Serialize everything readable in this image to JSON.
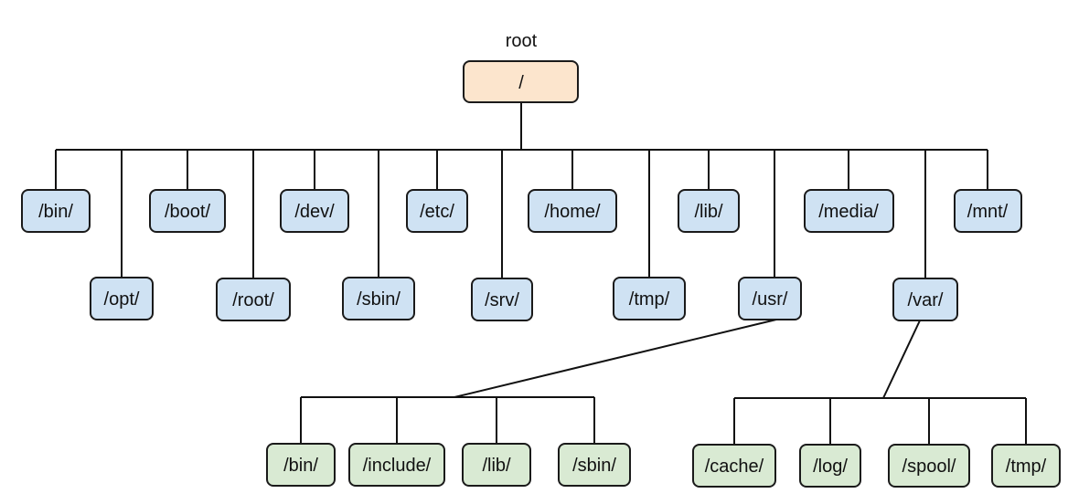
{
  "root_caption": "root",
  "colors": {
    "root_fill": "#fce5cd",
    "dir_fill": "#cfe2f3",
    "subdir_fill": "#d9ead3",
    "line": "#111111"
  },
  "root": {
    "label": "/"
  },
  "top_level_dirs": [
    {
      "id": "bin",
      "label": "/bin/"
    },
    {
      "id": "opt",
      "label": "/opt/"
    },
    {
      "id": "boot",
      "label": "/boot/"
    },
    {
      "id": "root",
      "label": "/root/"
    },
    {
      "id": "dev",
      "label": "/dev/"
    },
    {
      "id": "sbin",
      "label": "/sbin/"
    },
    {
      "id": "etc",
      "label": "/etc/"
    },
    {
      "id": "srv",
      "label": "/srv/"
    },
    {
      "id": "home",
      "label": "/home/"
    },
    {
      "id": "tmp",
      "label": "/tmp/"
    },
    {
      "id": "lib",
      "label": "/lib/"
    },
    {
      "id": "usr",
      "label": "/usr/"
    },
    {
      "id": "media",
      "label": "/media/"
    },
    {
      "id": "var",
      "label": "/var/"
    },
    {
      "id": "mnt",
      "label": "/mnt/"
    }
  ],
  "usr_children": [
    {
      "id": "usr-bin",
      "label": "/bin/"
    },
    {
      "id": "usr-include",
      "label": "/include/"
    },
    {
      "id": "usr-lib",
      "label": "/lib/"
    },
    {
      "id": "usr-sbin",
      "label": "/sbin/"
    }
  ],
  "var_children": [
    {
      "id": "var-cache",
      "label": "/cache/"
    },
    {
      "id": "var-log",
      "label": "/log/"
    },
    {
      "id": "var-spool",
      "label": "/spool/"
    },
    {
      "id": "var-tmp",
      "label": "/tmp/"
    }
  ]
}
